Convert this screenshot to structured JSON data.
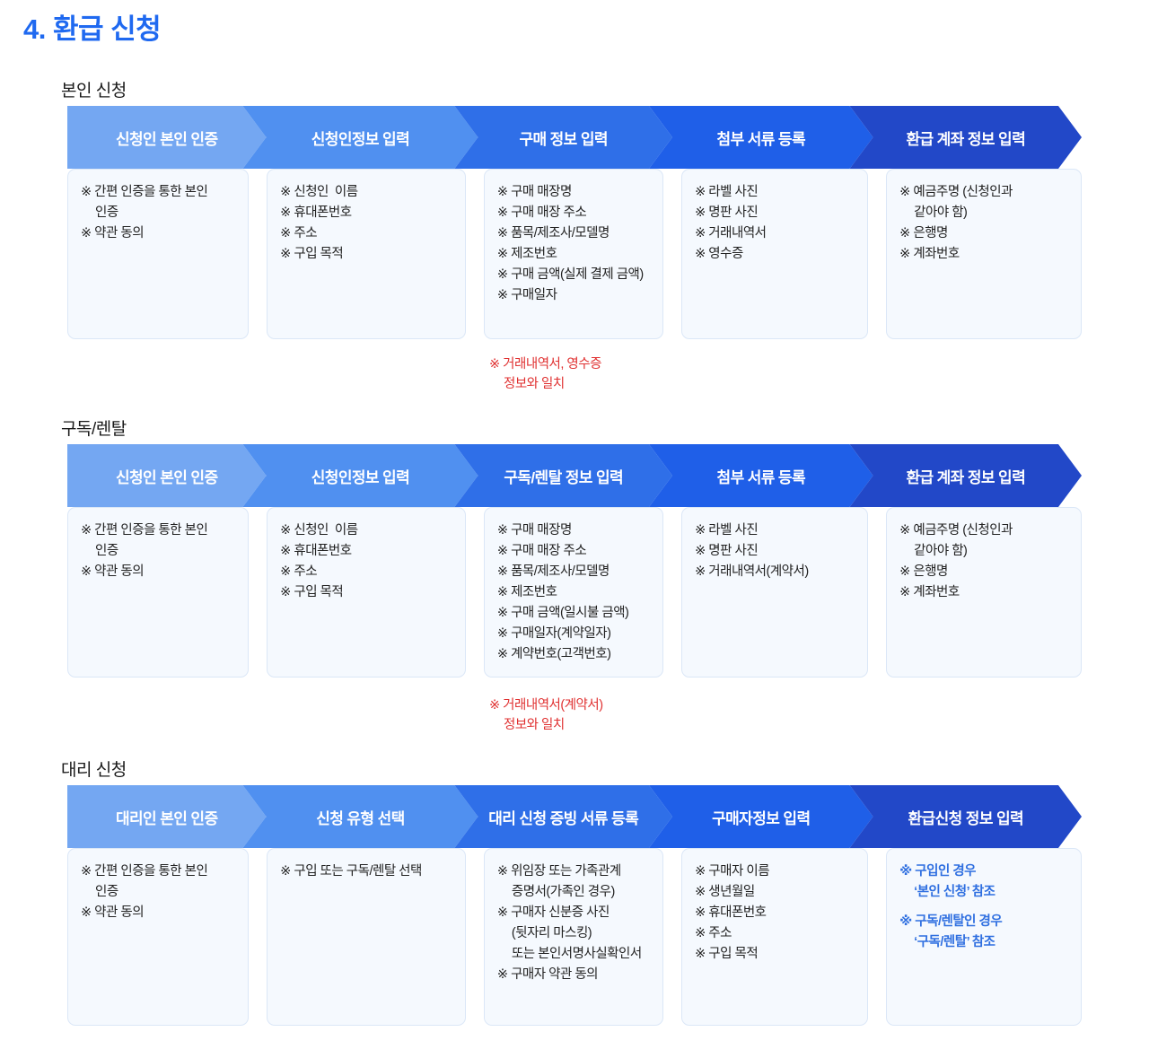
{
  "page": {
    "title": "4. 환급 신청",
    "title_color": "#1f69f0"
  },
  "palette": {
    "step1": "#74a7f2",
    "step2": "#5090f0",
    "step3": "#2f6fe8",
    "step4": "#1f5fe8",
    "step5": "#2248c8",
    "box_bg": "#f5f9fe",
    "box_border": "#dbe7f7",
    "red": "#e03131",
    "blue_text": "#2f6fe0"
  },
  "sections": [
    {
      "label": "본인 신청",
      "steps": [
        "신청인 본인 인증",
        "신청인정보 입력",
        "구매 정보 입력",
        "첨부 서류 등록",
        "환급 계좌 정보 입력"
      ],
      "columns": [
        {
          "items": [
            "※ 간편 인증을 통한 본인",
            "인증",
            "※ 약관 동의"
          ],
          "cont": [
            false,
            true,
            false
          ]
        },
        {
          "items": [
            "※ 신청인  이름",
            "※ 휴대폰번호",
            "※ 주소",
            "※ 구입 목적"
          ],
          "cont": [
            false,
            false,
            false,
            false
          ]
        },
        {
          "items": [
            "※ 구매 매장명",
            "※ 구매 매장 주소",
            "※ 품목/제조사/모델명",
            "※ 제조번호",
            "※ 구매 금액(실제 결제 금액)",
            "※ 구매일자"
          ],
          "cont": [
            false,
            false,
            false,
            false,
            false,
            false
          ]
        },
        {
          "items": [
            "※ 라벨 사진",
            "※ 명판 사진",
            "※ 거래내역서",
            "※ 영수증"
          ],
          "cont": [
            false,
            false,
            false,
            false
          ]
        },
        {
          "items": [
            "※ 예금주명 (신청인과",
            "같아야 함)",
            "※ 은행명",
            "※ 계좌번호"
          ],
          "cont": [
            false,
            true,
            false,
            false
          ]
        }
      ],
      "note": {
        "line1": "※ 거래내역서, 영수증",
        "line2": "정보와 일치"
      }
    },
    {
      "label": "구독/렌탈",
      "steps": [
        "신청인 본인 인증",
        "신청인정보 입력",
        "구독/렌탈 정보 입력",
        "첨부 서류 등록",
        "환급 계좌 정보 입력"
      ],
      "columns": [
        {
          "items": [
            "※ 간편 인증을 통한 본인",
            "인증",
            "※ 약관 동의"
          ],
          "cont": [
            false,
            true,
            false
          ]
        },
        {
          "items": [
            "※ 신청인  이름",
            "※ 휴대폰번호",
            "※ 주소",
            "※ 구입 목적"
          ],
          "cont": [
            false,
            false,
            false,
            false
          ]
        },
        {
          "items": [
            "※ 구매 매장명",
            "※ 구매 매장 주소",
            "※ 품목/제조사/모델명",
            "※ 제조번호",
            "※ 구매 금액(일시불 금액)",
            "※ 구매일자(계약일자)",
            "※ 계약번호(고객번호)"
          ],
          "cont": [
            false,
            false,
            false,
            false,
            false,
            false,
            false
          ]
        },
        {
          "items": [
            "※ 라벨 사진",
            "※ 명판 사진",
            "※ 거래내역서(계약서)"
          ],
          "cont": [
            false,
            false,
            false
          ]
        },
        {
          "items": [
            "※ 예금주명 (신청인과",
            "같아야 함)",
            "※ 은행명",
            "※ 계좌번호"
          ],
          "cont": [
            false,
            true,
            false,
            false
          ]
        }
      ],
      "note": {
        "line1": "※ 거래내역서(계약서)",
        "line2": "정보와 일치"
      }
    },
    {
      "label": "대리 신청",
      "steps": [
        "대리인 본인 인증",
        "신청 유형 선택",
        "대리 신청 증빙 서류 등록",
        "구매자정보 입력",
        "환급신청 정보 입력"
      ],
      "columns": [
        {
          "items": [
            "※ 간편 인증을 통한 본인",
            "인증",
            "※ 약관 동의"
          ],
          "cont": [
            false,
            true,
            false
          ]
        },
        {
          "items": [
            "※ 구입 또는 구독/렌탈 선택"
          ],
          "cont": [
            false
          ]
        },
        {
          "items": [
            "※ 위임장 또는 가족관계",
            "증명서(가족인 경우)",
            "※ 구매자 신분증 사진",
            "(뒷자리 마스킹)",
            "또는 본인서명사실확인서",
            "※ 구매자 약관 동의"
          ],
          "cont": [
            false,
            true,
            false,
            true,
            true,
            false
          ]
        },
        {
          "items": [
            "※ 구매자 이름",
            "※ 생년월일",
            "※ 휴대폰번호",
            "※ 주소",
            "※ 구입 목적"
          ],
          "cont": [
            false,
            false,
            false,
            false,
            false
          ]
        },
        {
          "items": [
            "※ 구입인 경우",
            "‘본인 신청’ 참조",
            "",
            "※ 구독/렌탈인 경우",
            "‘구독/렌탈’ 참조"
          ],
          "cont": [
            false,
            true,
            false,
            false,
            true
          ],
          "blue": true,
          "spacer_index": 2
        }
      ],
      "note": null
    }
  ]
}
